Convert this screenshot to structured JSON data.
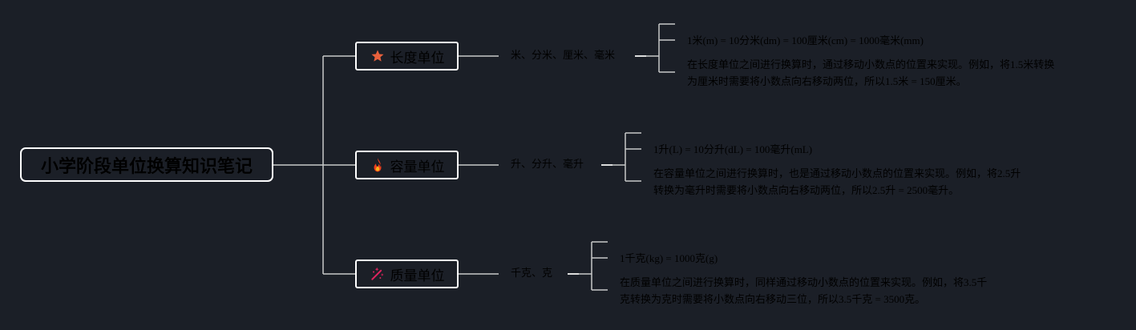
{
  "diagram": {
    "title": "小学阶段单位换算知识笔记",
    "branches": [
      {
        "label": "长度单位",
        "icon": "star-icon",
        "icon_color": "#e8603c",
        "sub_label": "米、分米、厘米、毫米",
        "formula": "1米(m) = 10分米(dm) = 100厘米(cm) = 1000毫米(mm)",
        "note_line1": "在长度单位之间进行换算时，通过移动小数点的位置来实现。例如，将1.5米转换",
        "note_line2": "为厘米时需要将小数点向右移动两位，所以1.5米 = 150厘米。"
      },
      {
        "label": "容量单位",
        "icon": "fire-icon",
        "icon_color": "#f0401c",
        "sub_label": "升、分升、毫升",
        "formula": "1升(L) = 10分升(dL) = 100毫升(mL)",
        "note_line1": "在容量单位之间进行换算时，也是通过移动小数点的位置来实现。例如，将2.5升",
        "note_line2": "转换为毫升时需要将小数点向右移动两位，所以2.5升 = 2500毫升。"
      },
      {
        "label": "质量单位",
        "icon": "sparkle-icon",
        "icon_color": "#e0245e",
        "sub_label": "千克、克",
        "formula": "1千克(kg) = 1000克(g)",
        "note_line1": "在质量单位之间进行换算时，同样通过移动小数点的位置来实现。例如，将3.5千",
        "note_line2": "克转换为克时需要将小数点向右移动三位，所以3.5千克 = 3500克。"
      }
    ],
    "colors": {
      "background": "#1b1f27",
      "lines": "#c8c8c8",
      "node_border": "#ffffff",
      "text": "#000000"
    }
  }
}
